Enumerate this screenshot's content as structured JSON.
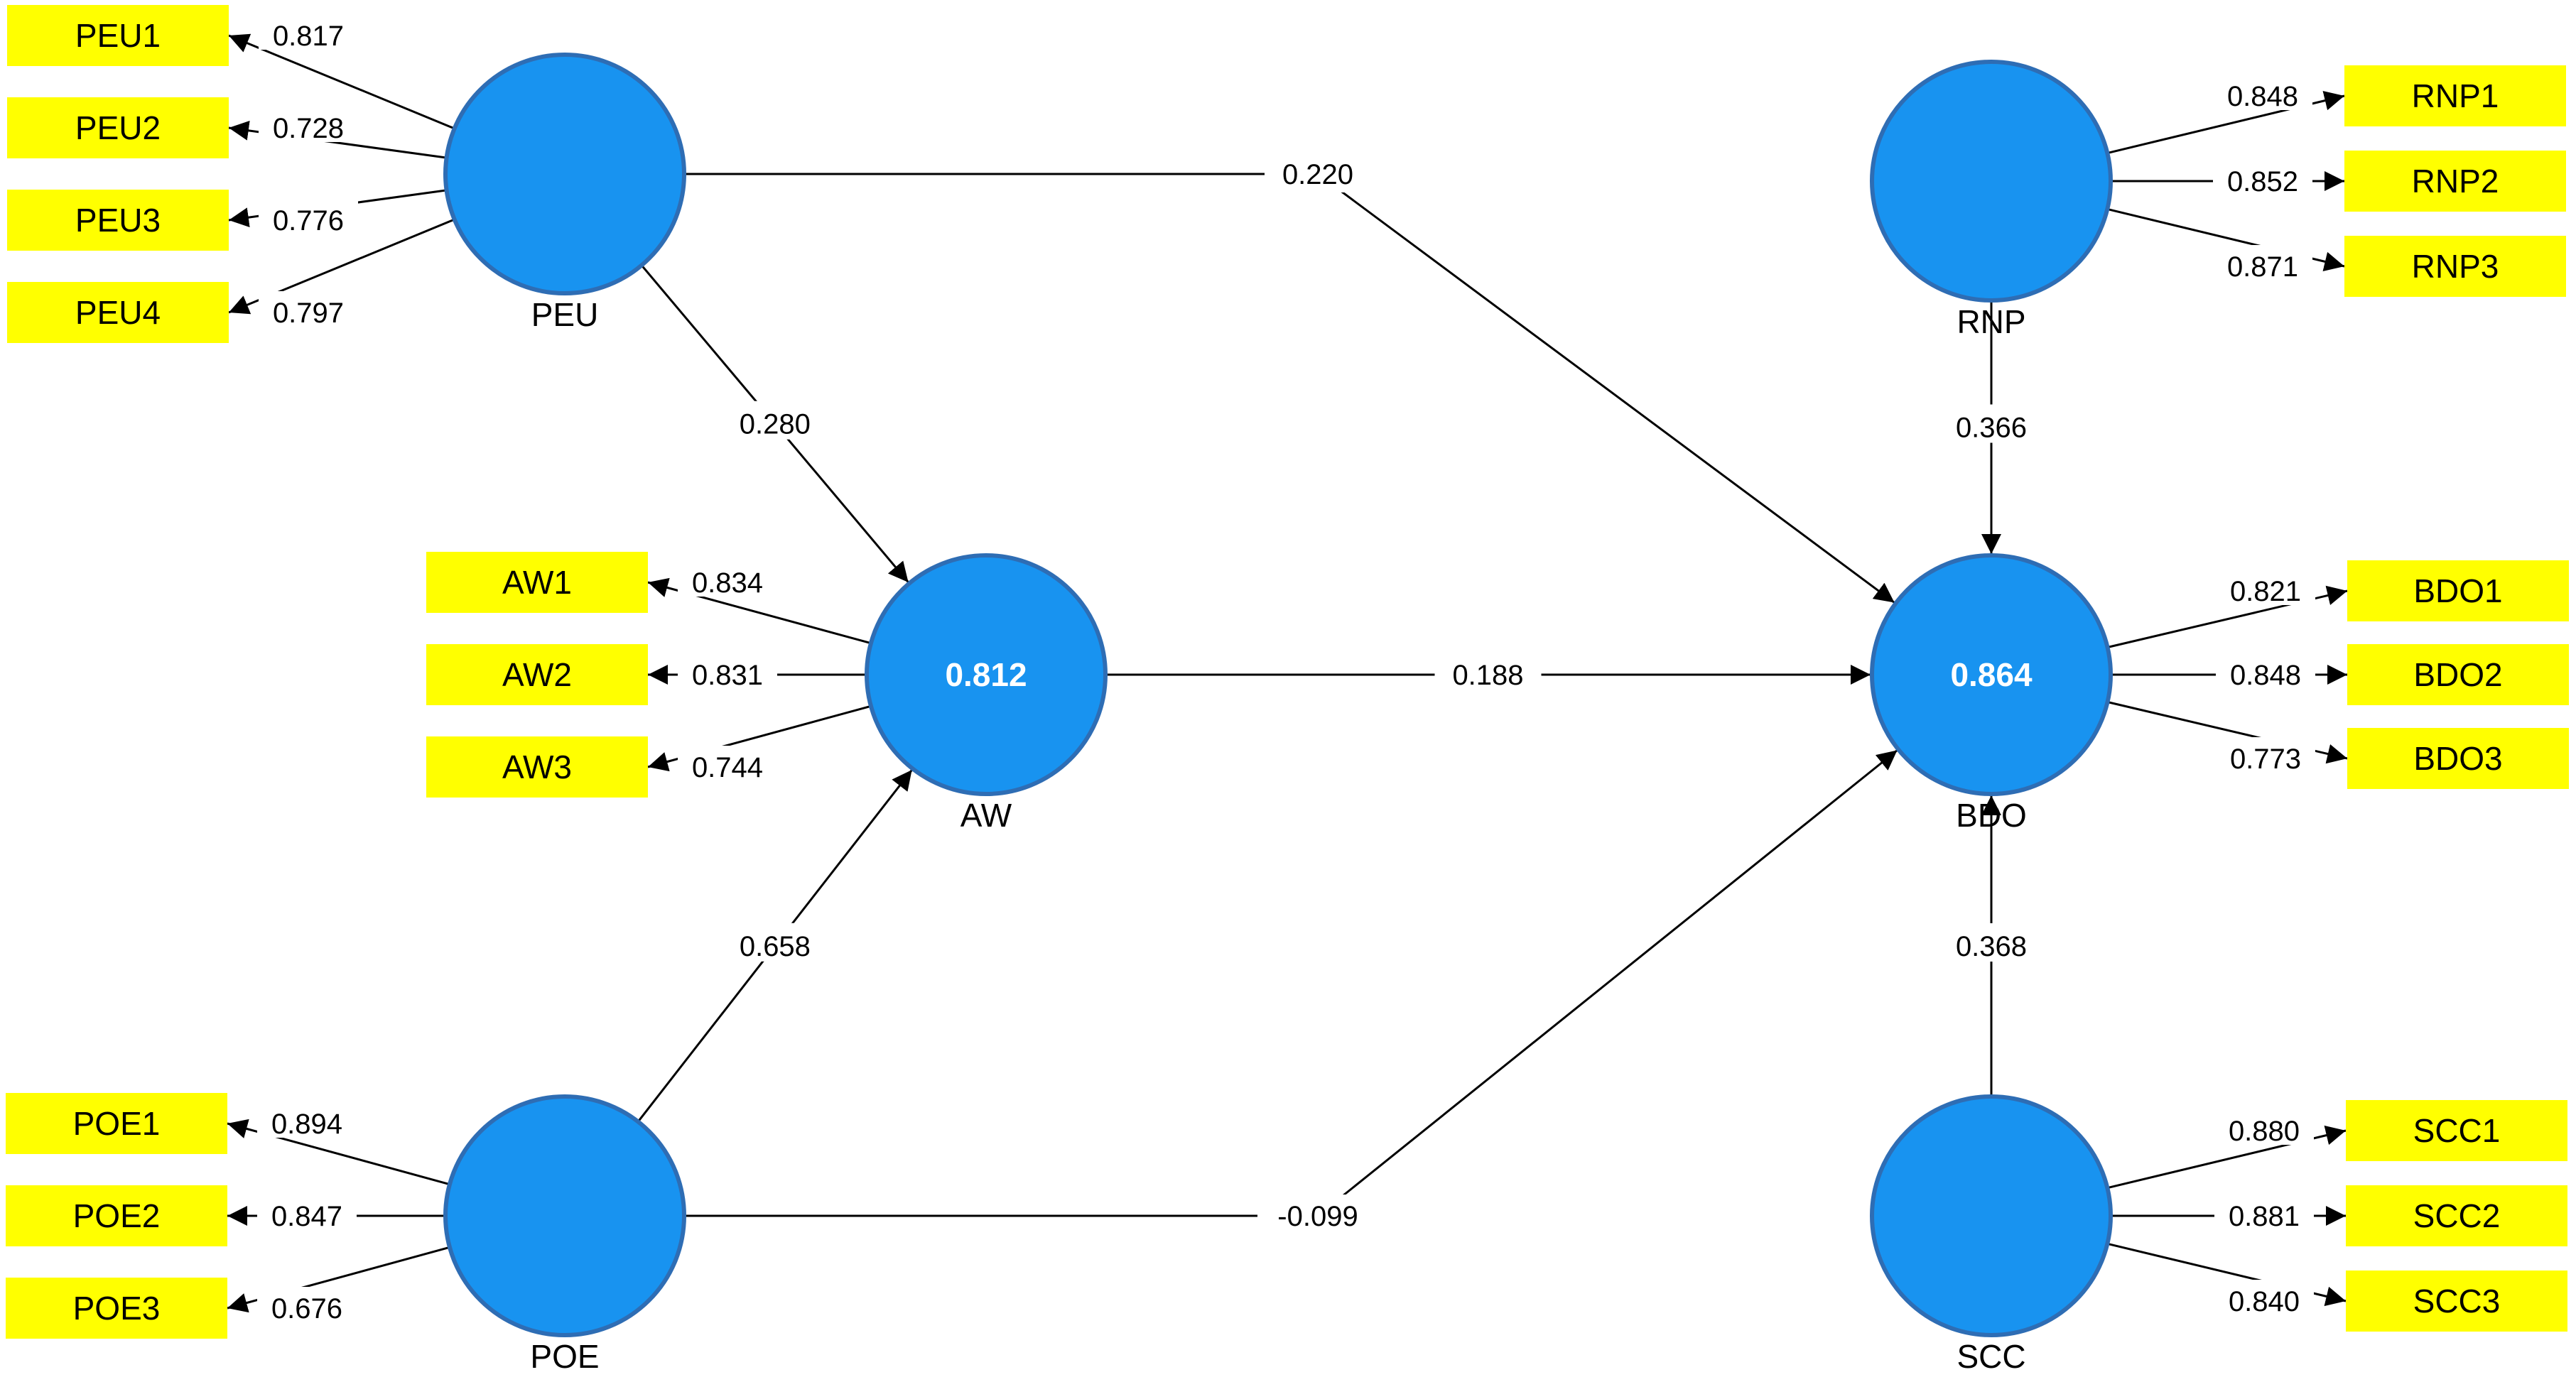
{
  "colors": {
    "construct_fill": "#1893F0",
    "construct_stroke": "#2E6DB4",
    "indicator_fill": "#FFFF00",
    "line": "#000000"
  },
  "constructs": {
    "PEU": {
      "label": "PEU",
      "r2": ""
    },
    "AW": {
      "label": "AW",
      "r2": "0.812"
    },
    "POE": {
      "label": "POE",
      "r2": ""
    },
    "RNP": {
      "label": "RNP",
      "r2": ""
    },
    "BDO": {
      "label": "BDO",
      "r2": "0.864"
    },
    "SCC": {
      "label": "SCC",
      "r2": ""
    }
  },
  "indicators": [
    {
      "label": "PEU1",
      "construct": "PEU",
      "loading": "0.817"
    },
    {
      "label": "PEU2",
      "construct": "PEU",
      "loading": "0.728"
    },
    {
      "label": "PEU3",
      "construct": "PEU",
      "loading": "0.776"
    },
    {
      "label": "PEU4",
      "construct": "PEU",
      "loading": "0.797"
    },
    {
      "label": "AW1",
      "construct": "AW",
      "loading": "0.834"
    },
    {
      "label": "AW2",
      "construct": "AW",
      "loading": "0.831"
    },
    {
      "label": "AW3",
      "construct": "AW",
      "loading": "0.744"
    },
    {
      "label": "POE1",
      "construct": "POE",
      "loading": "0.894"
    },
    {
      "label": "POE2",
      "construct": "POE",
      "loading": "0.847"
    },
    {
      "label": "POE3",
      "construct": "POE",
      "loading": "0.676"
    },
    {
      "label": "RNP1",
      "construct": "RNP",
      "loading": "0.848"
    },
    {
      "label": "RNP2",
      "construct": "RNP",
      "loading": "0.852"
    },
    {
      "label": "RNP3",
      "construct": "RNP",
      "loading": "0.871"
    },
    {
      "label": "BDO1",
      "construct": "BDO",
      "loading": "0.821"
    },
    {
      "label": "BDO2",
      "construct": "BDO",
      "loading": "0.848"
    },
    {
      "label": "BDO3",
      "construct": "BDO",
      "loading": "0.773"
    },
    {
      "label": "SCC1",
      "construct": "SCC",
      "loading": "0.880"
    },
    {
      "label": "SCC2",
      "construct": "SCC",
      "loading": "0.881"
    },
    {
      "label": "SCC3",
      "construct": "SCC",
      "loading": "0.840"
    }
  ],
  "paths": [
    {
      "from": "PEU",
      "to": "AW",
      "coefficient": "0.280"
    },
    {
      "from": "PEU",
      "to": "BDO",
      "coefficient": "0.220"
    },
    {
      "from": "AW",
      "to": "BDO",
      "coefficient": "0.188"
    },
    {
      "from": "POE",
      "to": "AW",
      "coefficient": "0.658"
    },
    {
      "from": "POE",
      "to": "BDO",
      "coefficient": "-0.099"
    },
    {
      "from": "RNP",
      "to": "BDO",
      "coefficient": "0.366"
    },
    {
      "from": "SCC",
      "to": "BDO",
      "coefficient": "0.368"
    }
  ]
}
